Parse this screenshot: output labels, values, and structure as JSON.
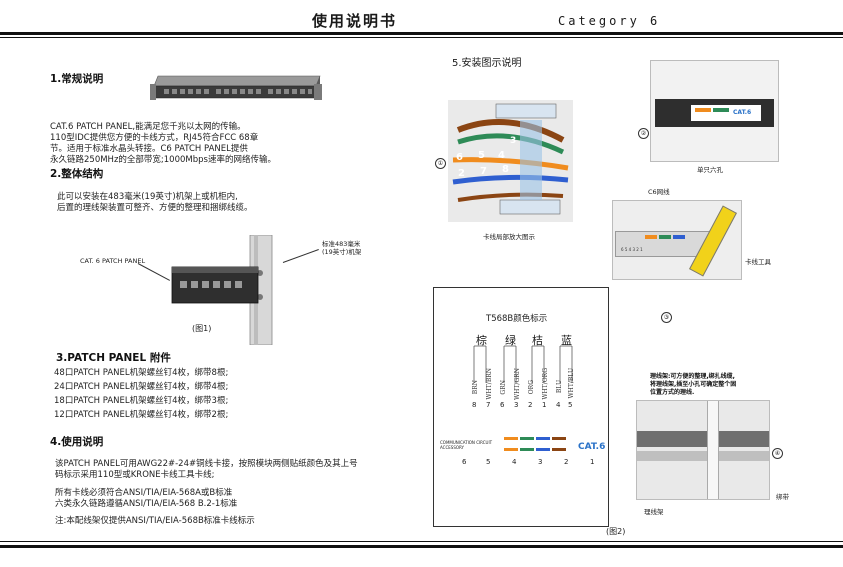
{
  "header": {
    "title": "使用说明书",
    "category": "Category  6"
  },
  "colors": {
    "accent_blue": "#2a72c8",
    "rule": "#111111",
    "wire_brown": "#8b4513",
    "wire_green": "#2e8b57",
    "wire_orange": "#f08c1e",
    "wire_blue": "#2f5fd0"
  },
  "left": {
    "sec1_title": "1.常规说明",
    "sec1_body": "CAT.6 PATCH  PANEL,能满足您千兆以太网的传输。\n110型IDC提供您方便的卡线方式，RJ45符合FCC  68章\n节。适用于标准水晶头转接。C6  PATCH  PANEL提供\n永久链路250MHz的全部带宽;1000Mbps速率的网络传输。",
    "sec2_title": "2.整体结构",
    "sec2_body": "此可以安装在483毫米(19英寸)机架上或机柜内,\n后置的理线架装置可整齐、方便的整理和捆绑线缆。",
    "fig1_panel_label": "CAT. 6 PATCH  PANEL",
    "fig1_rack_label": "标准483毫米\n(19英寸)机架",
    "fig1_caption": "(图1)",
    "sec3_title": "3.PATCH PANEL 附件",
    "accessories": [
      "48口PATCH  PANEL机架螺丝钉4枚，绑带8根;",
      "24口PATCH  PANEL机架螺丝钉4枚，绑带4根;",
      "18口PATCH  PANEL机架螺丝钉4枚，绑带3根;",
      "12口PATCH  PANEL机架螺丝钉4枚，绑带2根;"
    ],
    "sec4_title": "4.使用说明",
    "sec4_para1": "该PATCH  PANEL可用AWG22#-24#铜线卡接，按照模块两侧贴纸颜色及其上号\n码标示采用110型或KRONE卡线工具卡线;",
    "sec4_para2": "所有卡线必须符合ANSI/TIA/EIA-568A或B标准\n六类永久链路遵循ANSI/TIA/EIA-568  B.2-1标准",
    "sec4_note": "注:本配线架仅提供ANSI/TIA/EIA-568B标准卡线标示"
  },
  "right": {
    "sec5_title": "5.安装图示说明",
    "step_nums": [
      "①",
      "②",
      "③",
      "④"
    ],
    "closeup_numbers": [
      "6",
      "5",
      "4",
      "3",
      "2",
      "7",
      "8"
    ],
    "closeup_caption": "卡线局部放大图示",
    "photo2_caption": "单只六孔",
    "photo3_label_cable": "C6网线",
    "photo3_label_tool": "卡线工具",
    "photo3_panel_small": "6    5    4    3    2    1",
    "t568b_title": "T568B颜色标示",
    "t568b_groups": [
      "棕",
      "绿",
      "桔",
      "蓝"
    ],
    "t568b_wires": [
      {
        "label": "BRN",
        "pos": "8"
      },
      {
        "label": "WHT/BRN",
        "pos": "7"
      },
      {
        "label": "GRN",
        "pos": "6"
      },
      {
        "label": "WHT/GRN",
        "pos": "3"
      },
      {
        "label": "ORG",
        "pos": "2"
      },
      {
        "label": "WHT/ORG",
        "pos": "1"
      },
      {
        "label": "BLU",
        "pos": "4"
      },
      {
        "label": "WHT/BLU",
        "pos": "5"
      }
    ],
    "comm_label": "COMMUNICATION CIRCUIT\nACCESSORY",
    "cat6_label": "CAT.6",
    "port_numbers": [
      "6",
      "5",
      "4",
      "3",
      "2",
      "1"
    ],
    "note4": "理线架:可方便的整理,绑扎线缆,\n将理线架,插至小孔可确定整个固\n位置方式的理线.",
    "photo4_label_mgr": "理线架",
    "photo4_label_tie": "绑带",
    "fig2_caption": "(图2)"
  }
}
